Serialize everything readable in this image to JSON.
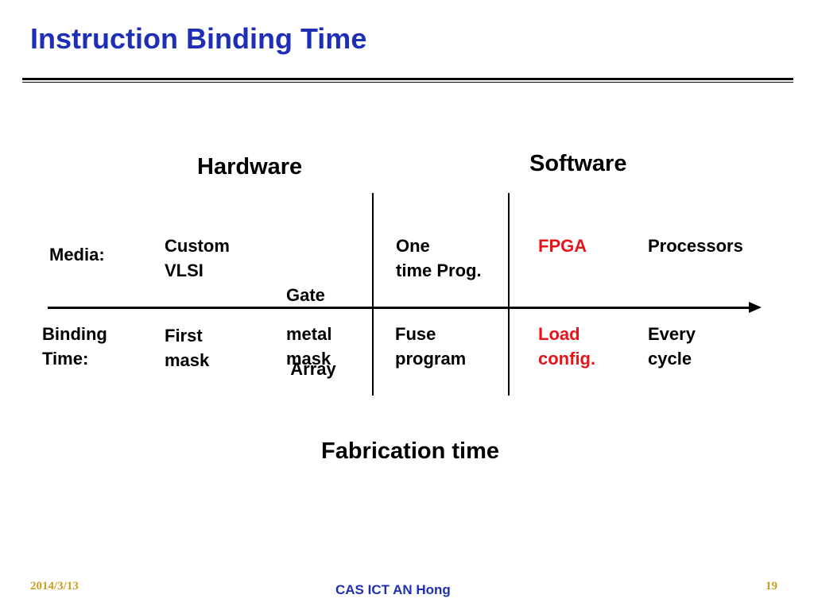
{
  "slide": {
    "title": "Instruction Binding Time",
    "hardware_heading": "Hardware",
    "software_heading": "Software",
    "media_label": "Media:",
    "binding_label_line1": "Binding",
    "binding_label_line2": "Time:",
    "fabrication_label": "Fabrication time",
    "highlight_color": "#e8141b",
    "title_color": "#1f2fb5",
    "columns": [
      {
        "media": [
          "Custom",
          "VLSI"
        ],
        "binding": [
          "First",
          "mask"
        ]
      },
      {
        "media": [
          "Gate",
          " Array"
        ],
        "binding": [
          "metal",
          "mask"
        ]
      },
      {
        "media": [
          "One",
          "time Prog."
        ],
        "binding": [
          "Fuse",
          "program"
        ]
      },
      {
        "media": [
          "FPGA"
        ],
        "binding": [
          "Load",
          "config."
        ]
      },
      {
        "media": [
          "Processors"
        ],
        "binding": [
          "Every",
          "cycle"
        ]
      }
    ]
  },
  "footer": {
    "date": "2014/3/13",
    "center": "CAS ICT AN Hong",
    "page": "19"
  }
}
